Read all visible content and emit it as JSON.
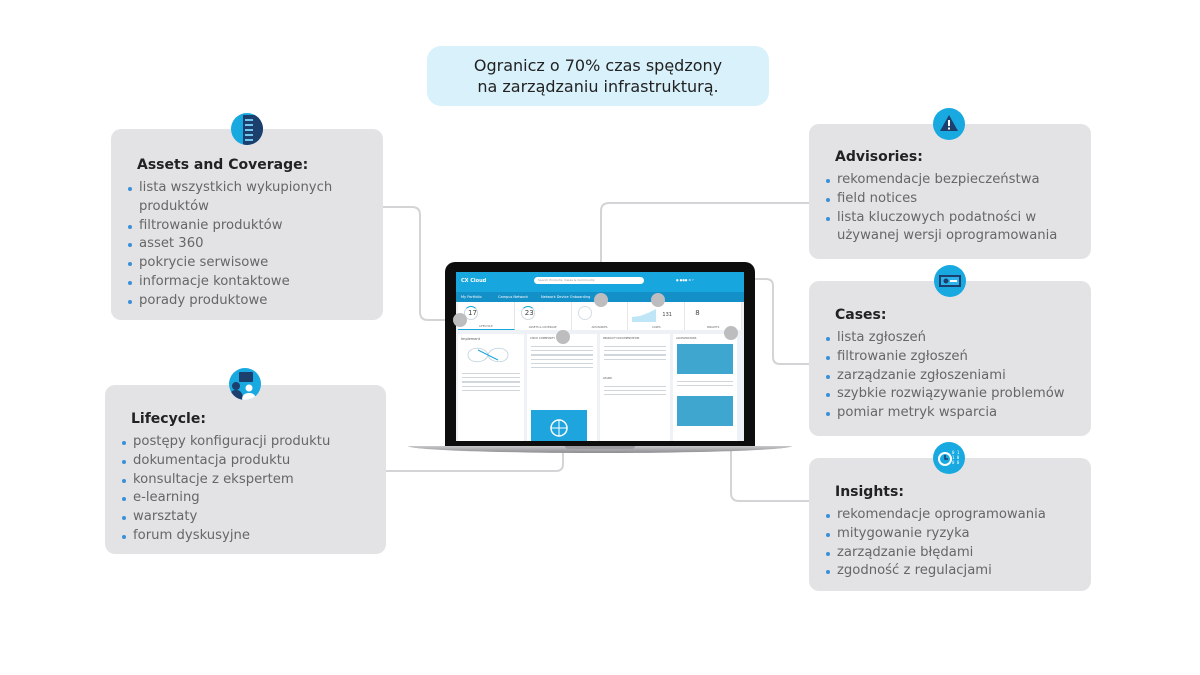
{
  "headline": {
    "line1": "Ogranicz o 70% czas spędzony",
    "line2": "na zarządzaniu infrastrukturą."
  },
  "cards": {
    "assets": {
      "title": "Assets and Coverage:",
      "icon": "server-rack-icon",
      "items": [
        "lista wszystkich wykupionych produktów",
        "filtrowanie produktów",
        "asset 360",
        "pokrycie serwisowe",
        "informacje kontaktowe",
        "porady produktowe"
      ]
    },
    "lifecycle": {
      "title": "Lifecycle:",
      "icon": "people-chat-icon",
      "items": [
        "postępy konfiguracji produktu",
        "dokumentacja produktu",
        "konsultacje z ekspertem",
        "e-learning",
        "warsztaty",
        "forum dyskusyjne"
      ]
    },
    "advisories": {
      "title": "Advisories:",
      "icon": "warning-triangle-icon",
      "items": [
        "rekomendacje bezpieczeństwa",
        "field notices",
        "lista kluczowych podatności w używanej wersji oprogramowania"
      ]
    },
    "cases": {
      "title": "Cases:",
      "icon": "laptop-gear-icon",
      "items": [
        "lista zgłoszeń",
        "filtrowanie zgłoszeń",
        "zarządzanie zgłoszeniami",
        "szybkie rozwiązywanie problemów",
        "pomiar metryk wsparcia"
      ]
    },
    "insights": {
      "title": "Insights:",
      "icon": "clock-binary-icon",
      "items": [
        "rekomendacje oprogramowania",
        "mitygowanie ryzyka",
        "zarządzanie błędami",
        "zgodność z regulacjami"
      ]
    }
  },
  "screen": {
    "app_name": "CX Cloud",
    "search_placeholder": "Search Products, Cases & Community",
    "nav": [
      "My Portfolio",
      "Campus Network",
      "Network Device Onboarding"
    ],
    "tiles": [
      {
        "value": "17",
        "label": "LIFECYCLE"
      },
      {
        "value": "23",
        "label": "ASSETS & COVERAGE"
      },
      {
        "value": "",
        "label": "ADVISORIES"
      },
      {
        "value": "131",
        "label": "CASES"
      },
      {
        "value": "8",
        "label": "INSIGHTS"
      }
    ],
    "sections": [
      "Implement",
      "CISCO COMMUNITY",
      "PRODUCT DOCUMENTATION",
      "ACCELERATORS",
      "ASK THE EXPERT",
      "LEARN"
    ]
  },
  "colors": {
    "accent": "#19a9e1",
    "accent_dark": "#1c3f6e",
    "card_bg": "#e3e3e5",
    "headline_bg": "#d9f1fb",
    "bullet": "#3a8fd8",
    "connector": "#d2d2d4"
  }
}
